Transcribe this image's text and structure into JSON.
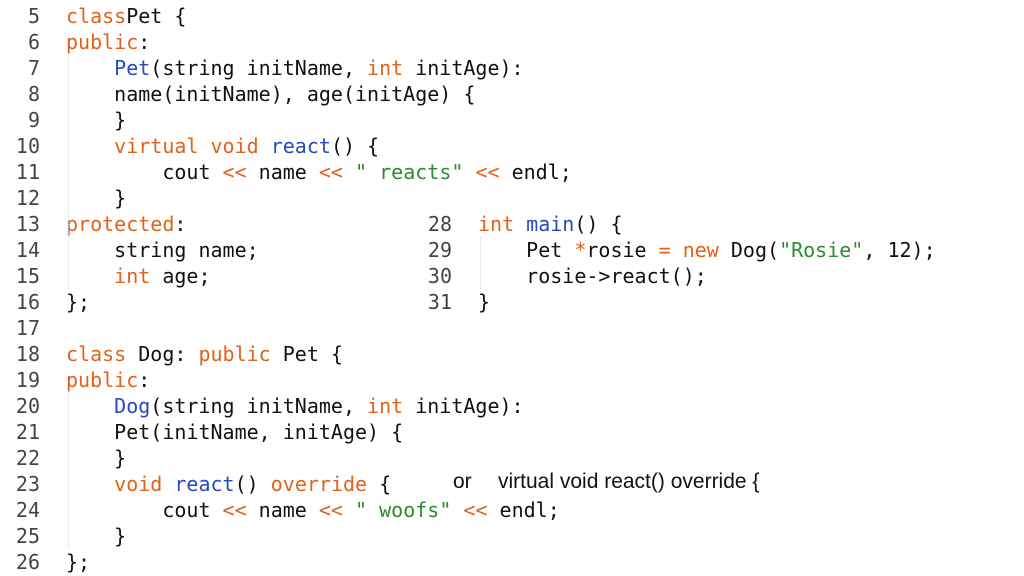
{
  "left_code": {
    "lines": [
      {
        "num": "5",
        "segs": [
          [
            "kw",
            "class"
          ],
          [
            "",
            "Pet {"
          ]
        ]
      },
      {
        "num": "6",
        "segs": [
          [
            "kw",
            "public"
          ],
          [
            "",
            ":"
          ]
        ]
      },
      {
        "num": "7",
        "segs": [
          [
            "",
            "    "
          ],
          [
            "fn",
            "Pet"
          ],
          [
            "",
            "(string initName, "
          ],
          [
            "kw",
            "int"
          ],
          [
            "",
            " initAge):"
          ]
        ]
      },
      {
        "num": "8",
        "segs": [
          [
            "",
            "    name(initName), age(initAge) {"
          ]
        ]
      },
      {
        "num": "9",
        "segs": [
          [
            "",
            "    }"
          ]
        ]
      },
      {
        "num": "10",
        "segs": [
          [
            "",
            "    "
          ],
          [
            "kw",
            "virtual void"
          ],
          [
            "",
            " "
          ],
          [
            "fn",
            "react"
          ],
          [
            "",
            "() {"
          ]
        ]
      },
      {
        "num": "11",
        "segs": [
          [
            "",
            "        cout "
          ],
          [
            "op",
            "<<"
          ],
          [
            "",
            " name "
          ],
          [
            "op",
            "<<"
          ],
          [
            "",
            " "
          ],
          [
            "str",
            "\" reacts\""
          ],
          [
            "",
            " "
          ],
          [
            "op",
            "<<"
          ],
          [
            "",
            " endl;"
          ]
        ]
      },
      {
        "num": "12",
        "segs": [
          [
            "",
            "    }"
          ]
        ]
      },
      {
        "num": "13",
        "segs": [
          [
            "kw",
            "protected"
          ],
          [
            "",
            ":"
          ]
        ]
      },
      {
        "num": "14",
        "segs": [
          [
            "",
            "    string name;"
          ]
        ]
      },
      {
        "num": "15",
        "segs": [
          [
            "",
            "    "
          ],
          [
            "kw",
            "int"
          ],
          [
            "",
            " age;"
          ]
        ]
      },
      {
        "num": "16",
        "segs": [
          [
            "",
            "};"
          ]
        ]
      },
      {
        "num": "17",
        "segs": []
      },
      {
        "num": "18",
        "segs": [
          [
            "kw",
            "class"
          ],
          [
            "",
            " Dog: "
          ],
          [
            "kw",
            "public"
          ],
          [
            "",
            " Pet {"
          ]
        ]
      },
      {
        "num": "19",
        "segs": [
          [
            "kw",
            "public"
          ],
          [
            "",
            ":"
          ]
        ]
      },
      {
        "num": "20",
        "segs": [
          [
            "",
            "    "
          ],
          [
            "fn",
            "Dog"
          ],
          [
            "",
            "(string initName, "
          ],
          [
            "kw",
            "int"
          ],
          [
            "",
            " initAge):"
          ]
        ]
      },
      {
        "num": "21",
        "segs": [
          [
            "",
            "    Pet(initName, initAge) {"
          ]
        ]
      },
      {
        "num": "22",
        "segs": [
          [
            "",
            "    }"
          ]
        ]
      },
      {
        "num": "23",
        "segs": [
          [
            "",
            "    "
          ],
          [
            "kw",
            "void"
          ],
          [
            "",
            " "
          ],
          [
            "fn",
            "react"
          ],
          [
            "",
            "() "
          ],
          [
            "kw",
            "override"
          ],
          [
            "",
            " {"
          ]
        ]
      },
      {
        "num": "24",
        "segs": [
          [
            "",
            "        cout "
          ],
          [
            "op",
            "<<"
          ],
          [
            "",
            " name "
          ],
          [
            "op",
            "<<"
          ],
          [
            "",
            " "
          ],
          [
            "str",
            "\" woofs\""
          ],
          [
            "",
            " "
          ],
          [
            "op",
            "<<"
          ],
          [
            "",
            " endl;"
          ]
        ]
      },
      {
        "num": "25",
        "segs": [
          [
            "",
            "    }"
          ]
        ]
      },
      {
        "num": "26",
        "segs": [
          [
            "",
            "};"
          ]
        ]
      }
    ]
  },
  "right_code": {
    "lines": [
      {
        "num": "28",
        "segs": [
          [
            "kw",
            "int"
          ],
          [
            "",
            " "
          ],
          [
            "fn",
            "main"
          ],
          [
            "",
            "() {"
          ]
        ]
      },
      {
        "num": "29",
        "segs": [
          [
            "",
            "    Pet "
          ],
          [
            "op",
            "*"
          ],
          [
            "",
            "rosie "
          ],
          [
            "op",
            "="
          ],
          [
            "",
            " "
          ],
          [
            "kw",
            "new"
          ],
          [
            "",
            " Dog("
          ],
          [
            "str",
            "\"Rosie\""
          ],
          [
            "",
            ", 12);"
          ]
        ]
      },
      {
        "num": "30",
        "segs": [
          [
            "",
            "    rosie->react();"
          ]
        ]
      },
      {
        "num": "31",
        "segs": [
          [
            "",
            "}"
          ]
        ]
      }
    ]
  },
  "annotation": {
    "or_text": "or",
    "alt_text": "virtual void react() override {"
  }
}
